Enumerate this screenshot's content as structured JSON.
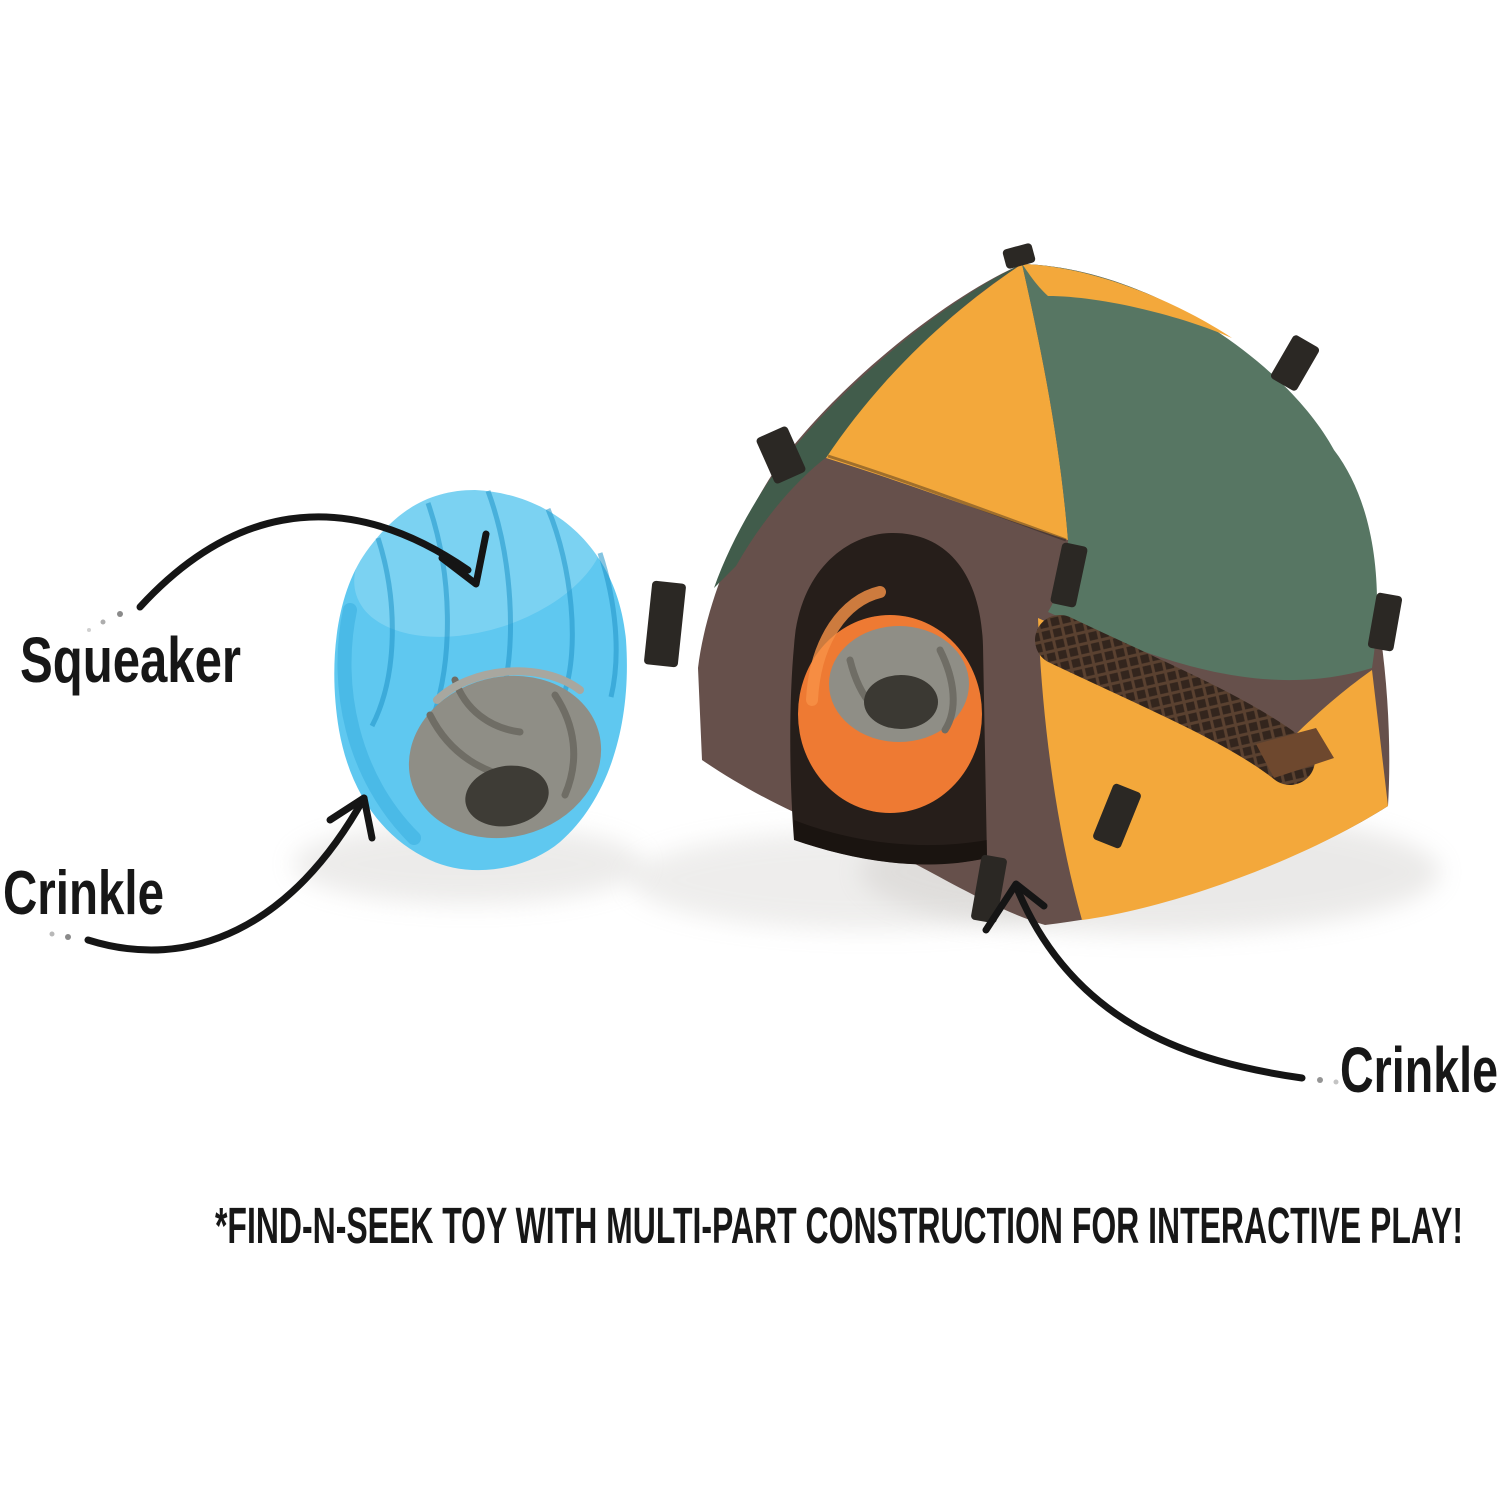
{
  "annotations": {
    "squeaker": "Squeaker",
    "crinkle_left": "Crinkle",
    "crinkle_right": "Crinkle",
    "footnote": "*FIND-N-SEEK TOY WITH MULTI-PART CONSTRUCTION FOR INTERACTIVE PLAY!"
  },
  "scene_objects": {
    "tent": "camping-tent-hide-and-seek-dog-toy",
    "sleeping_bag": "blue-sleeping-bag-plush-toy",
    "inner_toy": "orange-gray-plush-inside-tent"
  },
  "colors": {
    "background": "#ffffff",
    "text_black": "#171717",
    "arrow_black": "#151515",
    "tent_green": "#577663",
    "tent_green_dark": "#415c4b",
    "tent_yellow": "#f3a83b",
    "tent_brown": "#66504b",
    "door_interior": "#261e1a",
    "toy_orange": "#ee7a33",
    "toy_gray": "#8f8e86",
    "bag_blue": "#5fc8f0",
    "bag_blue_dark": "#35abdd",
    "tag_brown": "#6e482e",
    "shadow_gray": "#bdbab6"
  }
}
